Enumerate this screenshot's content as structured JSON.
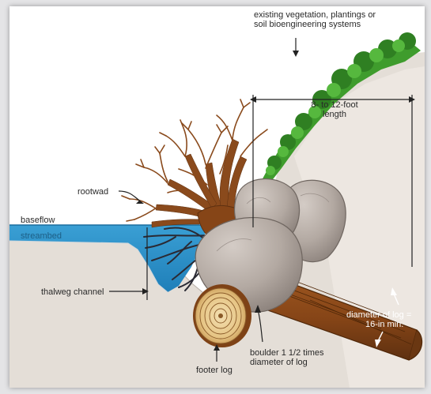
{
  "labels": {
    "vegetation_line1": "existing vegetation, plantings or",
    "vegetation_line2": "soil bioengineering systems",
    "length_line1": "8- to 12-foot",
    "length_line2": "length",
    "rootwad": "rootwad",
    "baseflow": "baseflow",
    "streambed": "streambed",
    "thalweg": "thalweg channel",
    "diameter_line1": "diameter of log =",
    "diameter_line2": "16-in min.",
    "boulder_line1": "boulder 1 1/2 times",
    "boulder_line2": "diameter of log",
    "footer_log": "footer log"
  },
  "colors": {
    "soil": "#e3ddd6",
    "bank": "#efe9e3",
    "water": "#2e97cf",
    "water_light": "#63b6df",
    "wood": "#8a4a1c",
    "wood_dark": "#5e3010",
    "boulder": "#b7ada6",
    "foliage": "#3e9b2c"
  }
}
